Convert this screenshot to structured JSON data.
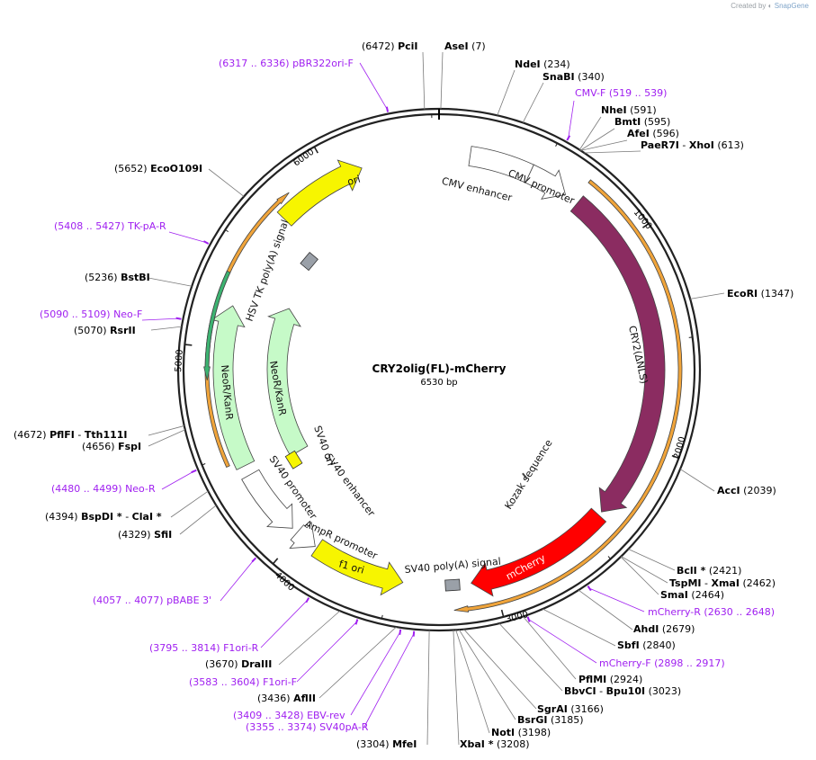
{
  "credit": {
    "created_by": "Created by",
    "brand": "SnapGene",
    "logo_icon": "snapgene-logo-icon"
  },
  "plasmid": {
    "name": "CRY2olig(FL)-mCherry",
    "length": "6530 bp"
  },
  "ticks": [
    "1000",
    "2000",
    "3000",
    "4000",
    "5000",
    "6000"
  ],
  "colors": {
    "cds": "#8b2c61",
    "mcherry": "#ff0000",
    "ori": "#f7f500",
    "neo": "#c6fac8",
    "promoter": "#ffffff",
    "polya": "#9aa0a8",
    "orf": "#f0a43a",
    "primer": "#a020f0",
    "enzyme_line": "#7a7a7a",
    "backbone": "#222222"
  },
  "sites": [
    {
      "name": "PciI",
      "pos": "(6472)"
    },
    {
      "name": "AseI",
      "pos": "(7)"
    },
    {
      "name": "NdeI",
      "pos": "(234)"
    },
    {
      "name": "SnaBI",
      "pos": "(340)"
    },
    {
      "name": "NheI",
      "pos": "(591)"
    },
    {
      "name": "BmtI",
      "pos": "(595)"
    },
    {
      "name": "AfeI",
      "pos": "(596)"
    },
    {
      "name": "PaeR7I",
      "name2": "XhoI",
      "pos": "(613)"
    },
    {
      "name": "EcoRI",
      "pos": "(1347)"
    },
    {
      "name": "AccI",
      "pos": "(2039)"
    },
    {
      "name": "BclI *",
      "pos": "(2421)"
    },
    {
      "name": "TspMI",
      "name2": "XmaI",
      "pos": "(2462)"
    },
    {
      "name": "SmaI",
      "pos": "(2464)"
    },
    {
      "name": "AhdI",
      "pos": "(2679)"
    },
    {
      "name": "SbfI",
      "pos": "(2840)"
    },
    {
      "name": "PflMI",
      "pos": "(2924)"
    },
    {
      "name": "BbvCI",
      "name2": "Bpu10I",
      "pos": "(3023)"
    },
    {
      "name": "SgrAI",
      "pos": "(3166)"
    },
    {
      "name": "BsrGI",
      "pos": "(3185)"
    },
    {
      "name": "NotI",
      "pos": "(3198)"
    },
    {
      "name": "XbaI *",
      "pos": "(3208)"
    },
    {
      "name": "MfeI",
      "pos": "(3304)"
    },
    {
      "name": "AflII",
      "pos": "(3436)"
    },
    {
      "name": "DraIII",
      "pos": "(3670)"
    },
    {
      "name": "SfiI",
      "pos": "(4329)"
    },
    {
      "name": "BspDI *",
      "name2": "ClaI *",
      "pos": "(4394)"
    },
    {
      "name": "FspI",
      "pos": "(4656)"
    },
    {
      "name": "PflFI",
      "name2": "Tth111I",
      "pos": "(4672)"
    },
    {
      "name": "RsrII",
      "pos": "(5070)"
    },
    {
      "name": "BstBI",
      "pos": "(5236)"
    },
    {
      "name": "EcoO109I",
      "pos": "(5652)"
    }
  ],
  "primers": [
    {
      "range": "(6317 .. 6336)",
      "name": "pBR322ori-F"
    },
    {
      "range": "(519 .. 539)",
      "name": "CMV-F"
    },
    {
      "range": "(5408 .. 5427)",
      "name": "TK-pA-R"
    },
    {
      "range": "(5090 .. 5109)",
      "name": "Neo-F"
    },
    {
      "range": "(4480 .. 4499)",
      "name": "Neo-R"
    },
    {
      "range": "(4057 .. 4077)",
      "name": "pBABE 3'"
    },
    {
      "range": "(2630 .. 2648)",
      "name": "mCherry-R"
    },
    {
      "range": "(2898 .. 2917)",
      "name": "mCherry-F"
    },
    {
      "range": "(3795 .. 3814)",
      "name": "F1ori-R"
    },
    {
      "range": "(3583 .. 3604)",
      "name": "F1ori-F"
    },
    {
      "range": "(3409 .. 3428)",
      "name": "EBV-rev"
    },
    {
      "range": "(3355 .. 3374)",
      "name": "SV40pA-R"
    }
  ],
  "features": {
    "ori": "ori",
    "cmv_enhancer": "CMV enhancer",
    "cmv_promoter": "CMV promoter",
    "cry2": "CRY2(ΔNLS)",
    "mcherry": "mCherry",
    "kozak": "Kozak sequence",
    "sv40_polya": "SV40 poly(A) signal",
    "f1_ori": "f1 ori",
    "ampr_promoter": "AmpR promoter",
    "sv40_promoter": "SV40 promoter",
    "sv40_ori": "SV40 ori",
    "sv40_enhancer": "SV40 enhancer",
    "neo_inner": "NeoR/KanR",
    "neo_outer": "NeoR/KanR",
    "hsv_tk": "HSV TK poly(A) signal"
  }
}
